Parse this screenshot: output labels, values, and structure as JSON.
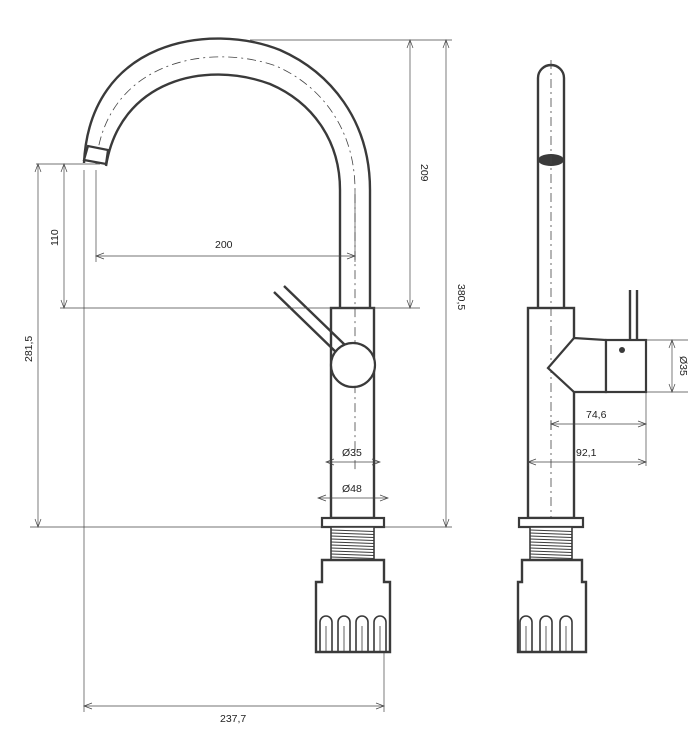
{
  "dimensions": {
    "total_height": "380,5",
    "spout_height": "209",
    "outlet_height": "110",
    "reach": "200",
    "base_to_outlet": "281,5",
    "body_diameter": "Ø35",
    "base_diameter": "Ø48",
    "total_length": "237,7",
    "lever_reach": "74,6",
    "lever_total": "92,1",
    "lever_height": "Ø35"
  },
  "colors": {
    "line": "#3a3a3a",
    "background": "#ffffff"
  }
}
